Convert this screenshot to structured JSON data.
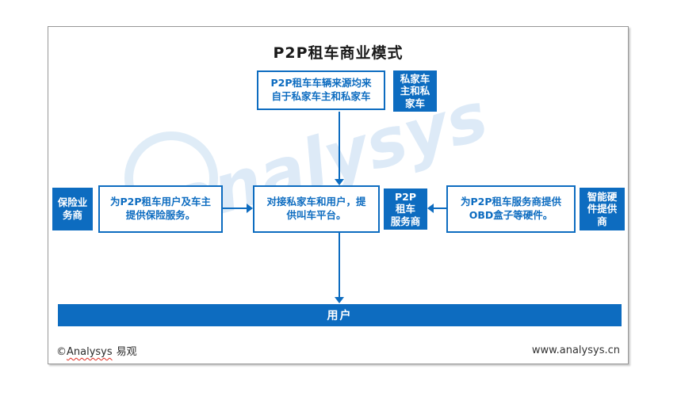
{
  "colors": {
    "accent_blue": "#0d6cc0",
    "frame_border": "#979797",
    "title_text": "#1a1a1a",
    "footer_text": "#2b2b2b",
    "wavy_underline_red": "#e02b20",
    "watermark_blue": "rgba(26,117,199,0.15)"
  },
  "header": {
    "title": "P2P租车商业模式"
  },
  "watermark": {
    "text": "analysys"
  },
  "diagram": {
    "top_source_box": "P2P租车车辆来源均来\n自于私家车主和私家车",
    "top_source_tag": "私家车\n主和私\n家车",
    "insurance_tag": "保险业\n务商",
    "insurance_box": "为P2P租车用户及车主\n提供保险服务。",
    "platform_box": "对接私家车和用户，提\n供叫车平台。",
    "p2p_provider_tag": "P2P\n租车\n服务商",
    "hardware_box": "为P2P租车服务商提供\nOBD盒子等硬件。",
    "hardware_tag": "智能硬\n件提供\n商",
    "users_bar": "用户"
  },
  "footer": {
    "copyright_symbol": "©",
    "brand": "Analysys",
    "brand_cn": "易观",
    "website": "www.analysys.cn"
  }
}
